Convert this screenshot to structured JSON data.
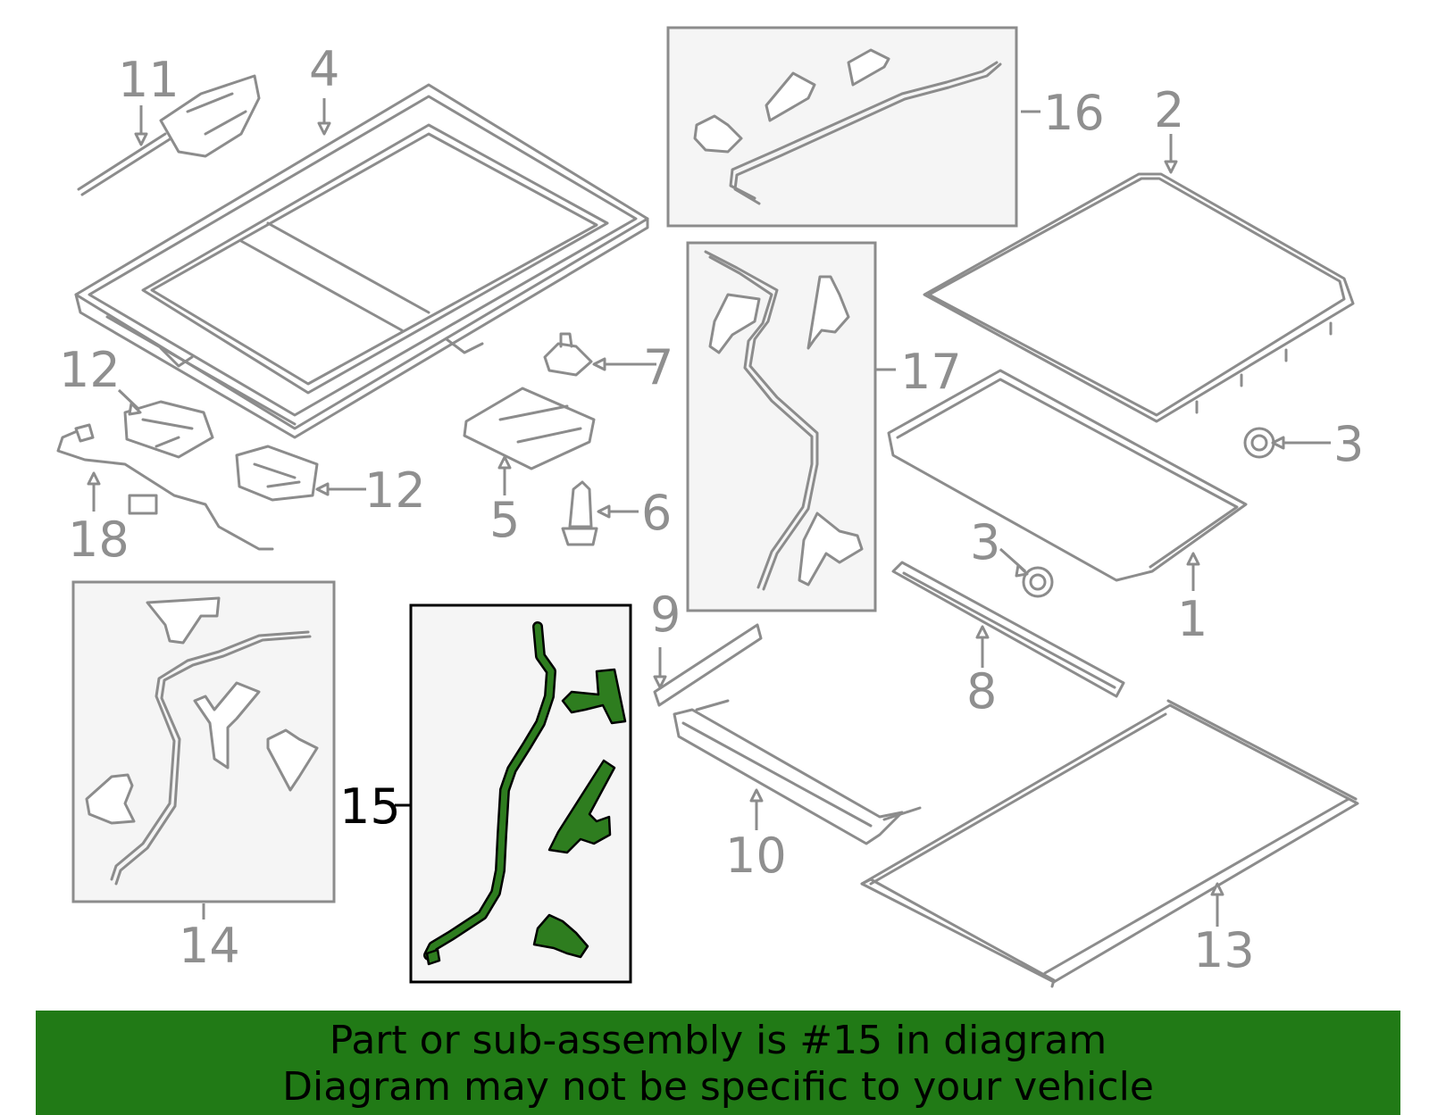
{
  "diagram": {
    "highlighted_part": "15",
    "callouts": {
      "c1": "1",
      "c2": "2",
      "c3a": "3",
      "c3b": "3",
      "c4": "4",
      "c5": "5",
      "c6": "6",
      "c7": "7",
      "c8": "8",
      "c9": "9",
      "c10": "10",
      "c11": "11",
      "c12a": "12",
      "c12b": "12",
      "c13": "13",
      "c14": "14",
      "c15": "15",
      "c16": "16",
      "c17": "17",
      "c18": "18"
    },
    "colors": {
      "part_outline": "#8c8c8c",
      "highlight": "#2e7d1f",
      "banner": "#217a16"
    }
  },
  "banner": {
    "line1": "Part or sub-assembly is #15 in diagram",
    "line2": "Diagram may not be specific to your vehicle"
  }
}
